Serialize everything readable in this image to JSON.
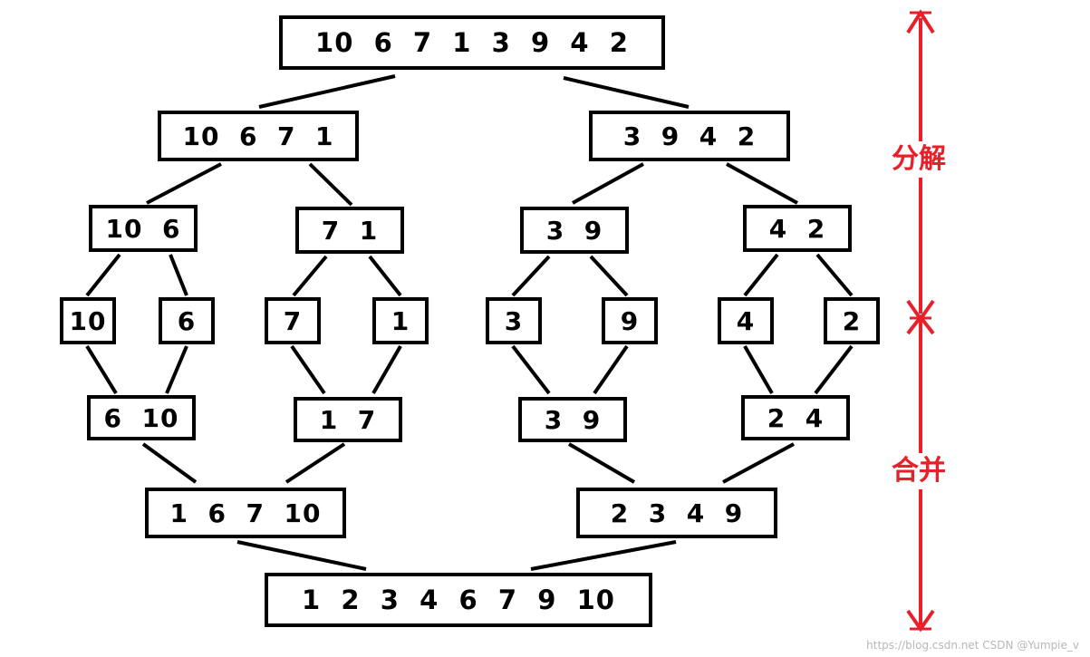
{
  "diagram": {
    "levels": {
      "root": "10  6  7  1  3  9  4  2",
      "split_left": "10  6  7  1",
      "split_right": "3  9  4  2",
      "pairs": [
        "10  6",
        "7  1",
        "3  9",
        "4  2"
      ],
      "singles": [
        "10",
        "6",
        "7",
        "1",
        "3",
        "9",
        "4",
        "2"
      ],
      "merged_pairs": [
        "6  10",
        "1  7",
        "3  9",
        "2  4"
      ],
      "merged_left": "1  6  7  10",
      "merged_right": "2  3  4  9",
      "result": "1  2  3  4  6  7  9  10"
    },
    "phases": {
      "split": "分解",
      "merge": "合并"
    }
  },
  "watermark": "https://blog.csdn.net  CSDN @Yumpie_v",
  "colors": {
    "stroke": "#000000",
    "phase_accent": "#e8202a"
  }
}
